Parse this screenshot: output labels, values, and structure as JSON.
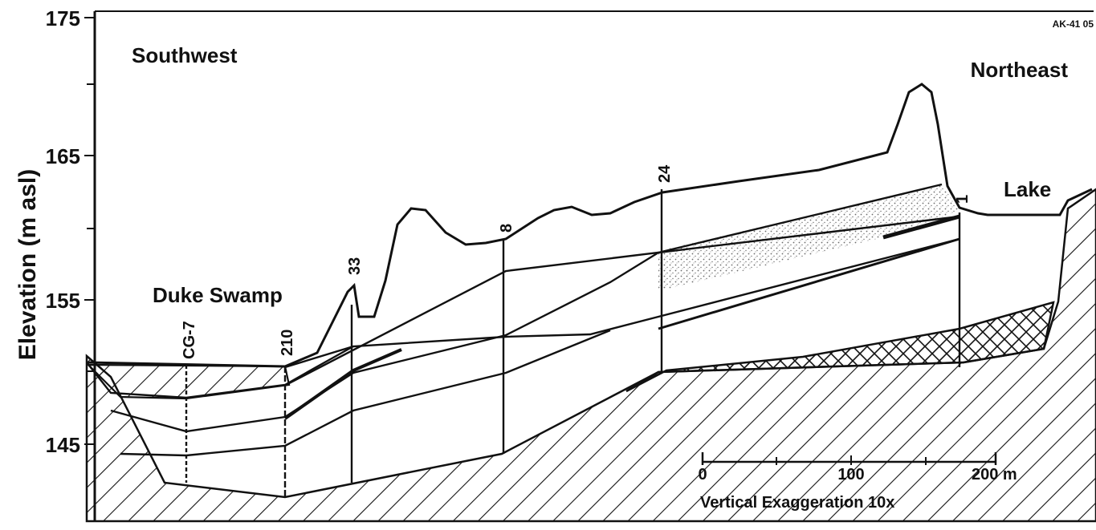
{
  "figure_id": "AK-41 05",
  "axis": {
    "ylabel": "Elevation (m asl)",
    "ticks": [
      "175",
      "165",
      "155",
      "145"
    ]
  },
  "directions": {
    "left": "Southwest",
    "right": "Northeast"
  },
  "places": {
    "swamp": "Duke Swamp",
    "lake": "Lake"
  },
  "boreholes": [
    "CG-7",
    "210",
    "33",
    "8",
    "24",
    "1"
  ],
  "scale": {
    "ticks": [
      "0",
      "100",
      "200 m"
    ],
    "note": "Vertical Exaggeration 10x"
  },
  "colors": {
    "ink": "#111111",
    "paper": "#ffffff",
    "stipple": "#6b6b6b"
  }
}
